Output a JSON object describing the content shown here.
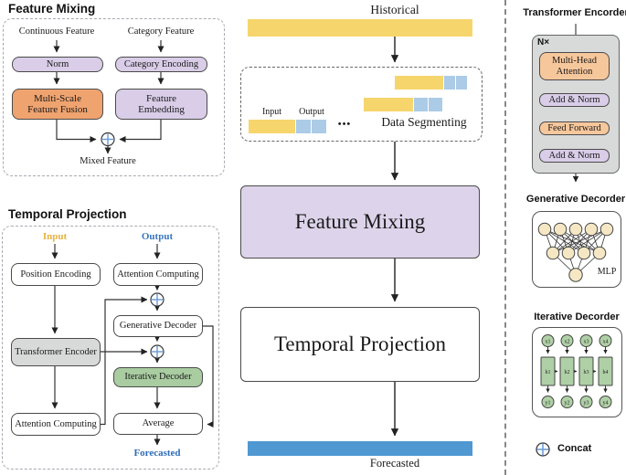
{
  "left_top": {
    "title": "Feature Mixing",
    "continuous_feature": "Continuous Feature",
    "category_feature": "Category Feature",
    "norm": "Norm",
    "category_encoding": "Category Encoding",
    "multi_scale_feature_fusion": "Multi-Scale Feature Fusion",
    "feature_embedding": "Feature Embedding",
    "mixed_feature": "Mixed Feature"
  },
  "left_bottom": {
    "title": "Temporal Projection",
    "input": "Input",
    "output": "Output",
    "position_encoding": "Position Encoding",
    "attention_computing_top": "Attention Computing",
    "generative_decoder": "Generative Decoder",
    "iterative_decoder": "Iterative Decoder",
    "transformer_encoder": "Transformer Encoder",
    "attention_computing_bottom": "Attention Computing",
    "average": "Average",
    "forecasted": "Forecasted"
  },
  "center": {
    "historical": "Historical",
    "input": "Input",
    "output": "Output",
    "ellipsis": "•••",
    "data_segmenting": "Data Segmenting",
    "feature_mixing": "Feature Mixing",
    "temporal_projection": "Temporal Projection",
    "forecasted": "Forecasted"
  },
  "right": {
    "transformer_title": "Transformer Encorder",
    "n_times": "N×",
    "multi_head_attention": "Multi-Head Attention",
    "add_norm_1": "Add & Norm",
    "feed_forward": "Feed Forward",
    "add_norm_2": "Add & Norm",
    "generative_title": "Generative Decorder",
    "mlp": "MLP",
    "iterative_title": "Iterative Decorder",
    "nodes": {
      "x": [
        "x1",
        "x2",
        "x3",
        "x4"
      ],
      "h": [
        "h1",
        "h2",
        "h3",
        "h4"
      ],
      "y": [
        "y1",
        "y2",
        "y3",
        "y4"
      ]
    },
    "concat": "Concat"
  },
  "colors": {
    "purple_box": "#D9CDE8",
    "orange_box": "#EFA36F",
    "peach_box": "#F7C79C",
    "green_box": "#A9CCA1",
    "gray_box": "#D8DADA",
    "big_purple_box": "#DDD4EB",
    "yellow_bar": "#F6D56D",
    "light_blue_cell": "#ABCBE7",
    "blue_bar": "#4F98D2",
    "input_text": "#E7B23F",
    "output_text": "#3A78BE",
    "forecasted_text": "#2E6CB5",
    "mlp_node": "#F6E7C4",
    "concat_cross": "#6F9FD8"
  }
}
